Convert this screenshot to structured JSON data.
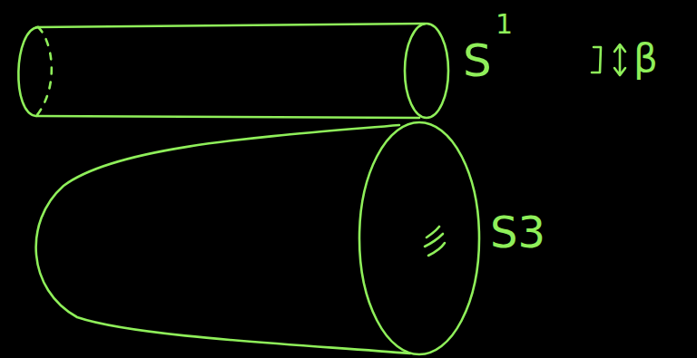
{
  "diagram": {
    "labels": [
      "S",
      "1",
      "β",
      "S3"
    ]
  }
}
